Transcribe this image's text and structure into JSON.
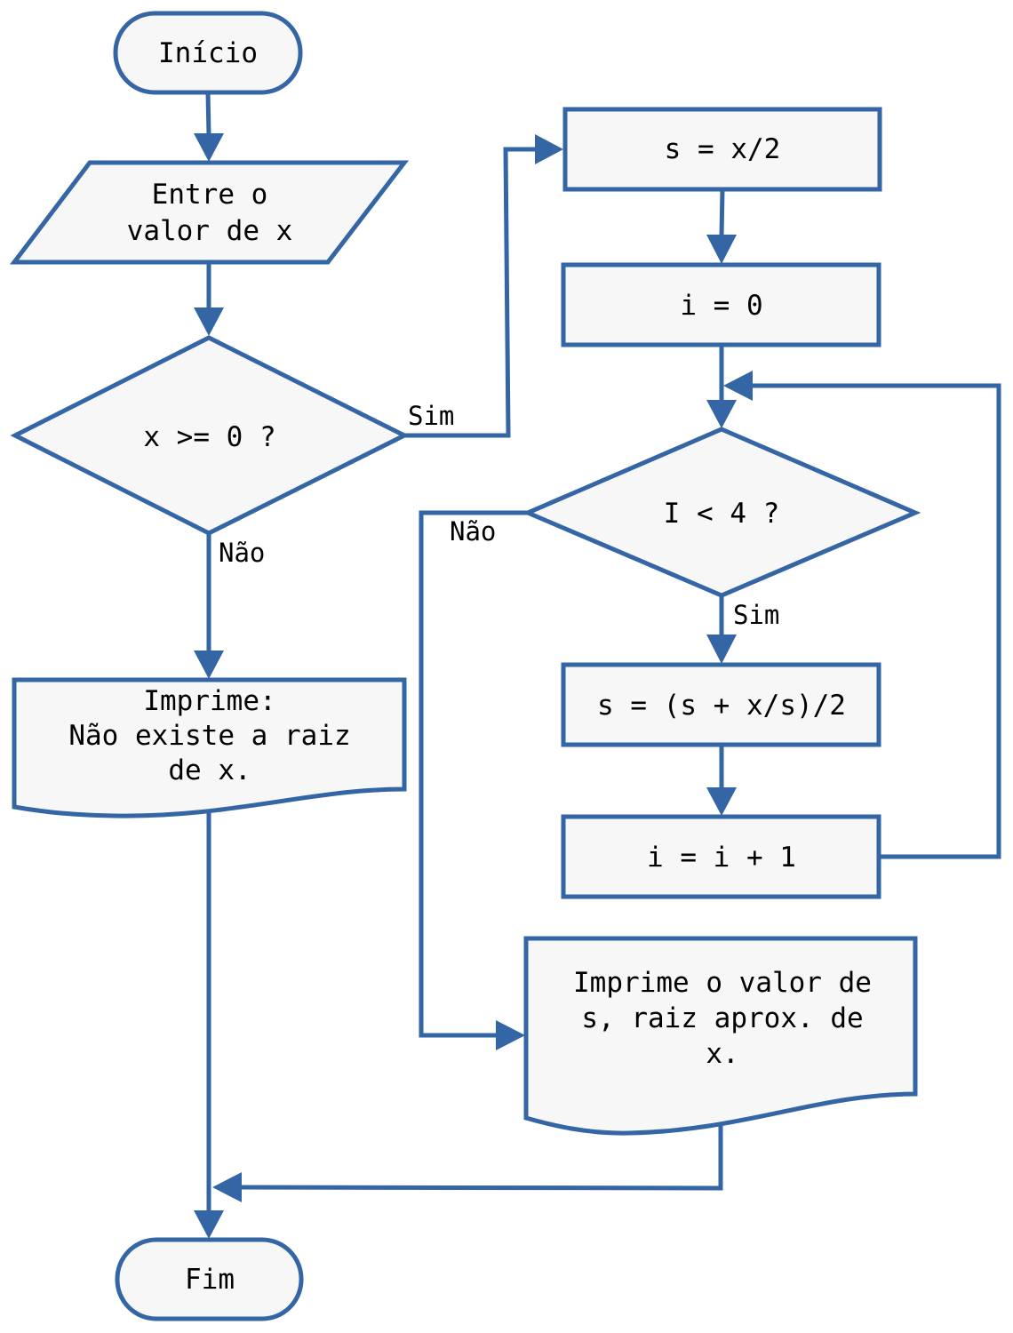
{
  "nodes": {
    "inicio": "Início",
    "entrada": [
      "Entre o",
      "valor de x"
    ],
    "cond_x": "x >= 0 ?",
    "imprime_erro": [
      "Imprime:",
      "Não existe a raiz",
      "de x."
    ],
    "fim": "Fim",
    "s_init": "s = x/2",
    "i_init": "i = 0",
    "cond_i": "I < 4 ?",
    "s_update": "s = (s + x/s)/2",
    "i_inc": "i = i + 1",
    "imprime_s": [
      "Imprime o valor de",
      "s, raiz aprox. de",
      "x."
    ]
  },
  "edge_labels": {
    "cond_x_yes": "Sim",
    "cond_x_no": "Não",
    "cond_i_yes": "Sim",
    "cond_i_no": "Não"
  },
  "colors": {
    "stroke": "#3465a4",
    "fill": "#f7f7f7"
  }
}
